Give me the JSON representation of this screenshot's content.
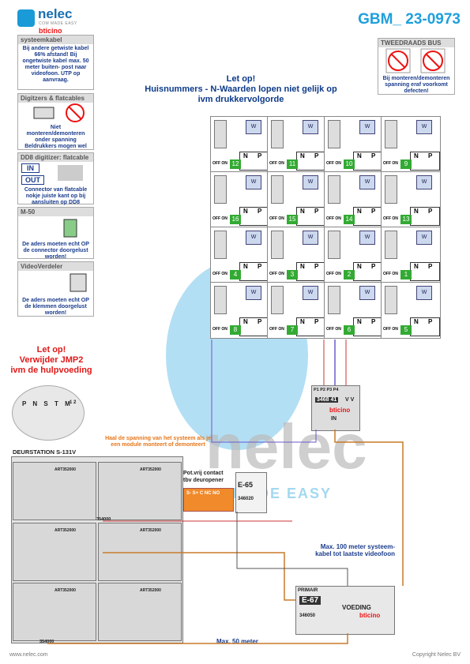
{
  "brand": {
    "name": "nelec",
    "sub": "COM MADE EASY",
    "bticino": "bticino"
  },
  "doc_code": "GBM_ 23-0973",
  "notes": {
    "systeemkabel": {
      "title": "systeemkabel",
      "text": "Bij andere getwiste kabel 66% afstand! Bij ongetwiste kabel max. 50 meter buiten- post naar videofoon. UTP op aanvraag."
    },
    "digitizers": {
      "title": "Digitzers & flatcables",
      "text": "Niet monteren/demonteren onder spanning Beldrukkers mogen wel"
    },
    "dd8": {
      "title": "DD8 digitizer: flatcable",
      "in": "IN",
      "out": "OUT",
      "text": "Connector van flatcable nokje juiste kant op bij aansluiten op DD8"
    },
    "m50": {
      "title": "M-50",
      "text": "De aders moeten echt OP de connector doorgelust worden!"
    },
    "videoverdeler": {
      "title": "VideoVerdeler",
      "text": "De aders moeten echt OP de klemmen doorgelust worden!"
    },
    "tweedraads": {
      "title": "TWEEDRAADS BUS",
      "text": "Bij monteren/demonteren spanning eraf voorkomt defecten!"
    }
  },
  "warning_top": {
    "line1": "Let op!",
    "line2": "Huisnummers - N-Waarden lopen niet gelijk op",
    "line3": "ivm drukkervolgorde"
  },
  "warning_left": {
    "line1": "Let op!",
    "line2": "Verwijder JMP2",
    "line3": "ivm de hulpvoeding"
  },
  "apartments": [
    "12",
    "11",
    "10",
    "9",
    "16",
    "15",
    "14",
    "13",
    "4",
    "3",
    "2",
    "1",
    "8",
    "7",
    "6",
    "5"
  ],
  "apt_labels": {
    "w": "W",
    "n": "N",
    "p": "P",
    "off_on": "OFF ON"
  },
  "distributor": {
    "code": "3468 41",
    "ports": "P1 P2 P3 P4",
    "vv": "V V",
    "in": "IN"
  },
  "deurstation": {
    "title": "DEURSTATION S-131V",
    "terminals": "P N S T M",
    "jmp": "1 2",
    "art": "ART352000",
    "cable": "354000",
    "cable2": "354000"
  },
  "orange_note": "Haal de spanning van het systeem als je een module monteert of demonteert",
  "contact": {
    "title1": "Pot.vrij contact",
    "title2": "tbv deuropener",
    "terms": "S- S+ C NC NO"
  },
  "e65": {
    "title": "E-65",
    "code": "346020"
  },
  "cable_note": {
    "line1": "Max. 100 meter systeem-",
    "line2": "kabel tot laatste videofoon"
  },
  "voeding": {
    "primair": "PRIMAIR",
    "model": "E-67",
    "title": "VOEDING",
    "code": "346050"
  },
  "max50": "Max. 50 meter",
  "footer": {
    "url": "www.nelec.com",
    "copy": "Copyright Nelec BV"
  }
}
